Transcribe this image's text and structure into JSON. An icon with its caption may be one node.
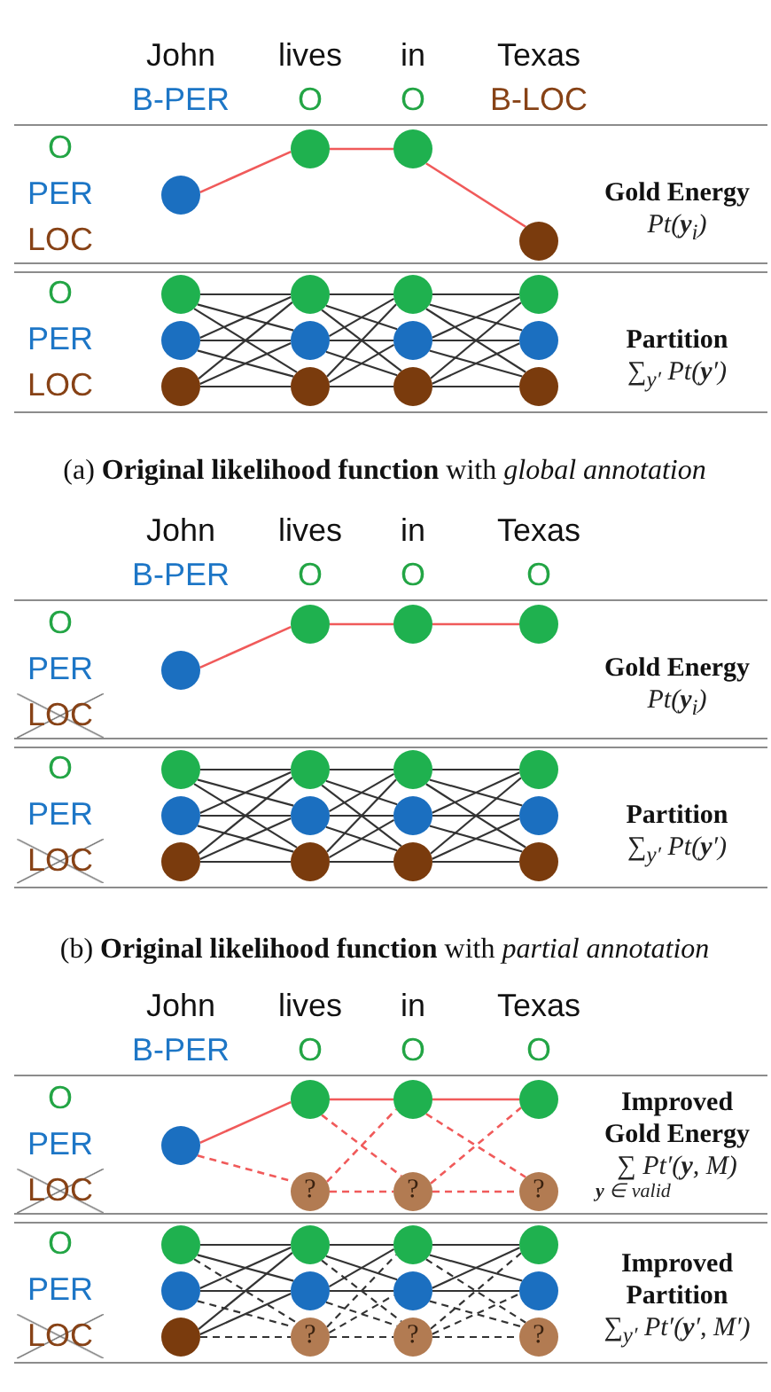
{
  "diagram": {
    "nodes": [
      {
        "text": [
          "O",
          "PER",
          "LOC",
          "Gold Energy",
          "Pt(**y**$_{i}$)"
        ]
      },
      {
        "text": [],
        "shape": "circle",
        "in": 0
      },
      {
        "text": [],
        "shape": "circle",
        "in": 0
      },
      {
        "text": [],
        "shape": "circle",
        "in": 0
      },
      {
        "text": [],
        "shape": "circle",
        "in": 0
      },
      {
        "text": [
          "O",
          "PER",
          "LOC",
          "Partition",
          "∑$_{y′}$ Pt(**y**′)"
        ]
      },
      {
        "text": [],
        "shape": "circle",
        "in": 5
      },
      {
        "text": [],
        "shape": "circle",
        "in": 5
      },
      {
        "text": [],
        "shape": "circle",
        "in": 5
      },
      {
        "text": [],
        "shape": "circle",
        "in": 5
      },
      {
        "text": [],
        "shape": "circle",
        "in": 5
      },
      {
        "text": [],
        "shape": "circle",
        "in": 5
      },
      {
        "text": [],
        "shape": "circle",
        "in": 5
      },
      {
        "text": [],
        "shape": "circle",
        "in": 5
      },
      {
        "text": [],
        "shape": "circle",
        "in": 5
      },
      {
        "text": [],
        "shape": "circle",
        "in": 5
      },
      {
        "text": [],
        "shape": "circle",
        "in": 5
      },
      {
        "text": [],
        "shape": "circle",
        "in": 5
      },
      {
        "text": [
          "O",
          "PER",
          "LOC",
          "Gold Energy",
          "Pt(**y**$_{i}$)"
        ]
      },
      {
        "text": [],
        "shape": "circle",
        "in": 18
      },
      {
        "text": [],
        "shape": "circle",
        "in": 18
      },
      {
        "text": [],
        "shape": "circle",
        "in": 18
      },
      {
        "text": [],
        "shape": "circle",
        "in": 18
      },
      {
        "text": [
          "O",
          "PER",
          "LOC",
          "Partition",
          "∑$_{y′}$ Pt(**y**′)"
        ]
      },
      {
        "text": [],
        "shape": "circle",
        "in": 23
      },
      {
        "text": [],
        "shape": "circle",
        "in": 23
      },
      {
        "text": [],
        "shape": "circle",
        "in": 23
      },
      {
        "text": [],
        "shape": "circle",
        "in": 23
      },
      {
        "text": [],
        "shape": "circle",
        "in": 23
      },
      {
        "text": [],
        "shape": "circle",
        "in": 23
      },
      {
        "text": [],
        "shape": "circle",
        "in": 23
      },
      {
        "text": [],
        "shape": "circle",
        "in": 23
      },
      {
        "text": [],
        "shape": "circle",
        "in": 23
      },
      {
        "text": [],
        "shape": "circle",
        "in": 23
      },
      {
        "text": [],
        "shape": "circle",
        "in": 23
      },
      {
        "text": [],
        "shape": "circle",
        "in": 23
      },
      {
        "text": [
          "O",
          "PER",
          "LOC",
          "Improved Gold Energy",
          "∑ Pt′(**y**, M)",
          "**y** ∈ valid"
        ]
      },
      {
        "text": [],
        "shape": "circle",
        "in": 36
      },
      {
        "text": [],
        "shape": "circle",
        "in": 36
      },
      {
        "text": [
          "?"
        ],
        "in": 36
      },
      {
        "text": [],
        "shape": "circle",
        "in": 36
      },
      {
        "text": [
          "?"
        ],
        "in": 36
      },
      {
        "text": [],
        "shape": "circle",
        "in": 36
      },
      {
        "text": [
          "?"
        ],
        "in": 36
      },
      {
        "text": [
          "O",
          "PER",
          "LOC",
          "Improved Partition",
          "∑$_{y′}$ Pt′(**y**′, M′)"
        ]
      },
      {
        "text": [],
        "shape": "circle",
        "in": 44
      },
      {
        "text": [],
        "shape": "circle",
        "in": 44
      },
      {
        "text": [],
        "shape": "circle",
        "in": 44
      },
      {
        "text": [],
        "shape": "circle",
        "in": 44
      },
      {
        "text": [],
        "shape": "circle",
        "in": 44
      },
      {
        "text": [
          "?"
        ],
        "in": 44
      },
      {
        "text": [],
        "shape": "circle",
        "in": 44
      },
      {
        "text": [],
        "shape": "circle",
        "in": 44
      },
      {
        "text": [
          "?"
        ],
        "in": 44
      },
      {
        "text": [],
        "shape": "circle",
        "in": 44
      },
      {
        "text": [],
        "shape": "circle",
        "in": 44
      },
      {
        "text": [
          "?"
        ],
        "in": 44
      }
    ],
    "edges": [
      {
        "from": 1,
        "to": 2,
        "arrow": "none",
        "color": "#f05a5a"
      },
      {
        "from": 2,
        "to": 3,
        "arrow": "none",
        "color": "#f05a5a"
      },
      {
        "from": 3,
        "to": 4,
        "arrow": "none",
        "color": "#f05a5a"
      },
      {
        "from": 6,
        "to": 9,
        "arrow": "none"
      },
      {
        "from": 6,
        "to": 10,
        "arrow": "none"
      },
      {
        "from": 6,
        "to": 11,
        "arrow": "none"
      },
      {
        "from": 7,
        "to": 9,
        "arrow": "none"
      },
      {
        "from": 7,
        "to": 10,
        "arrow": "none"
      },
      {
        "from": 7,
        "to": 11,
        "arrow": "none"
      },
      {
        "from": 8,
        "to": 9,
        "arrow": "none"
      },
      {
        "from": 8,
        "to": 10,
        "arrow": "none"
      },
      {
        "from": 8,
        "to": 11,
        "arrow": "none"
      },
      {
        "from": 9,
        "to": 12,
        "arrow": "none"
      },
      {
        "from": 9,
        "to": 13,
        "arrow": "none"
      },
      {
        "from": 9,
        "to": 14,
        "arrow": "none"
      },
      {
        "from": 10,
        "to": 12,
        "arrow": "none"
      },
      {
        "from": 10,
        "to": 13,
        "arrow": "none"
      },
      {
        "from": 10,
        "to": 14,
        "arrow": "none"
      },
      {
        "from": 11,
        "to": 12,
        "arrow": "none"
      },
      {
        "from": 11,
        "to": 13,
        "arrow": "none"
      },
      {
        "from": 11,
        "to": 14,
        "arrow": "none"
      },
      {
        "from": 12,
        "to": 15,
        "arrow": "none"
      },
      {
        "from": 12,
        "to": 16,
        "arrow": "none"
      },
      {
        "from": 12,
        "to": 17,
        "arrow": "none"
      },
      {
        "from": 13,
        "to": 15,
        "arrow": "none"
      },
      {
        "from": 13,
        "to": 16,
        "arrow": "none"
      },
      {
        "from": 13,
        "to": 17,
        "arrow": "none"
      },
      {
        "from": 14,
        "to": 15,
        "arrow": "none"
      },
      {
        "from": 14,
        "to": 16,
        "arrow": "none"
      },
      {
        "from": 14,
        "to": 17,
        "arrow": "none"
      },
      {
        "from": 19,
        "to": 20,
        "arrow": "none",
        "color": "#f05a5a"
      },
      {
        "from": 20,
        "to": 21,
        "arrow": "none",
        "color": "#f05a5a"
      },
      {
        "from": 21,
        "to": 22,
        "arrow": "none",
        "color": "#f05a5a"
      },
      {
        "from": 24,
        "to": 27,
        "arrow": "none"
      },
      {
        "from": 24,
        "to": 28,
        "arrow": "none"
      },
      {
        "from": 24,
        "to": 29,
        "arrow": "none"
      },
      {
        "from": 25,
        "to": 27,
        "arrow": "none"
      },
      {
        "from": 25,
        "to": 28,
        "arrow": "none"
      },
      {
        "from": 25,
        "to": 29,
        "arrow": "none"
      },
      {
        "from": 26,
        "to": 27,
        "arrow": "none"
      },
      {
        "from": 26,
        "to": 28,
        "arrow": "none"
      },
      {
        "from": 26,
        "to": 29,
        "arrow": "none"
      },
      {
        "from": 27,
        "to": 30,
        "arrow": "none"
      },
      {
        "from": 27,
        "to": 31,
        "arrow": "none"
      },
      {
        "from": 27,
        "to": 32,
        "arrow": "none"
      },
      {
        "from": 28,
        "to": 30,
        "arrow": "none"
      },
      {
        "from": 28,
        "to": 31,
        "arrow": "none"
      },
      {
        "from": 28,
        "to": 32,
        "arrow": "none"
      },
      {
        "from": 29,
        "to": 30,
        "arrow": "none"
      },
      {
        "from": 29,
        "to": 31,
        "arrow": "none"
      },
      {
        "from": 29,
        "to": 32,
        "arrow": "none"
      },
      {
        "from": 30,
        "to": 33,
        "arrow": "none"
      },
      {
        "from": 30,
        "to": 34,
        "arrow": "none"
      },
      {
        "from": 30,
        "to": 35,
        "arrow": "none"
      },
      {
        "from": 31,
        "to": 33,
        "arrow": "none"
      },
      {
        "from": 31,
        "to": 34,
        "arrow": "none"
      },
      {
        "from": 31,
        "to": 35,
        "arrow": "none"
      },
      {
        "from": 32,
        "to": 33,
        "arrow": "none"
      },
      {
        "from": 32,
        "to": 34,
        "arrow": "none"
      },
      {
        "from": 32,
        "to": 35,
        "arrow": "none"
      },
      {
        "from": 37,
        "to": 38,
        "arrow": "none",
        "color": "#f05a5a"
      },
      {
        "from": 37,
        "to": 39,
        "arrow": "none",
        "style": "dashed",
        "color": "#f05a5a"
      },
      {
        "from": 38,
        "to": 40,
        "arrow": "none",
        "color": "#f05a5a"
      },
      {
        "from": 38,
        "to": 41,
        "arrow": "none",
        "style": "dashed",
        "color": "#f05a5a"
      },
      {
        "from": 39,
        "to": 40,
        "arrow": "none",
        "style": "dashed",
        "color": "#f05a5a"
      },
      {
        "from": 39,
        "to": 41,
        "arrow": "none",
        "style": "dashed",
        "color": "#f05a5a"
      },
      {
        "from": 40,
        "to": 42,
        "arrow": "none",
        "color": "#f05a5a"
      },
      {
        "from": 40,
        "to": 43,
        "arrow": "none",
        "style": "dashed",
        "color": "#f05a5a"
      },
      {
        "from": 41,
        "to": 42,
        "arrow": "none",
        "style": "dashed",
        "color": "#f05a5a"
      },
      {
        "from": 41,
        "to": 43,
        "arrow": "none",
        "style": "dashed",
        "color": "#f05a5a"
      },
      {
        "from": 45,
        "to": 48,
        "arrow": "none"
      },
      {
        "from": 45,
        "to": 49,
        "arrow": "none"
      },
      {
        "from": 45,
        "to": 50,
        "arrow": "none",
        "style": "dashed"
      },
      {
        "from": 46,
        "to": 48,
        "arrow": "none"
      },
      {
        "from": 46,
        "to": 49,
        "arrow": "none"
      },
      {
        "from": 46,
        "to": 50,
        "arrow": "none",
        "style": "dashed"
      },
      {
        "from": 47,
        "to": 48,
        "arrow": "none"
      },
      {
        "from": 47,
        "to": 49,
        "arrow": "none"
      },
      {
        "from": 47,
        "to": 50,
        "arrow": "none",
        "style": "dashed"
      },
      {
        "from": 48,
        "to": 51,
        "arrow": "none"
      },
      {
        "from": 48,
        "to": 52,
        "arrow": "none"
      },
      {
        "from": 48,
        "to": 53,
        "arrow": "none",
        "style": "dashed"
      },
      {
        "from": 49,
        "to": 51,
        "arrow": "none"
      },
      {
        "from": 49,
        "to": 52,
        "arrow": "none"
      },
      {
        "from": 49,
        "to": 53,
        "arrow": "none",
        "style": "dashed"
      },
      {
        "from": 50,
        "to": 51,
        "arrow": "none",
        "style": "dashed"
      },
      {
        "from": 50,
        "to": 52,
        "arrow": "none",
        "style": "dashed"
      },
      {
        "from": 50,
        "to": 53,
        "arrow": "none",
        "style": "dashed"
      },
      {
        "from": 51,
        "to": 54,
        "arrow": "none"
      },
      {
        "from": 51,
        "to": 55,
        "arrow": "none"
      },
      {
        "from": 51,
        "to": 56,
        "arrow": "none",
        "style": "dashed"
      },
      {
        "from": 52,
        "to": 54,
        "arrow": "none"
      },
      {
        "from": 52,
        "to": 55,
        "arrow": "none"
      },
      {
        "from": 52,
        "to": 56,
        "arrow": "none",
        "style": "dashed"
      },
      {
        "from": 53,
        "to": 54,
        "arrow": "none",
        "style": "dashed"
      },
      {
        "from": 53,
        "to": 55,
        "arrow": "none",
        "style": "dashed"
      },
      {
        "from": 53,
        "to": 56,
        "arrow": "none",
        "style": "dashed"
      }
    ],
    "labels": [
      "John",
      "lives",
      "in",
      "Texas",
      "B-PER",
      "O",
      "O",
      "B-LOC",
      "(a) **Original likelihood function** with *global annotation*",
      "John",
      "lives",
      "in",
      "Texas",
      "B-PER",
      "O",
      "O",
      "O",
      "(b) **Original likelihood function** with *partial annotation*",
      "John",
      "lives",
      "in",
      "Texas",
      "B-PER",
      "O",
      "O",
      "O"
    ]
  }
}
